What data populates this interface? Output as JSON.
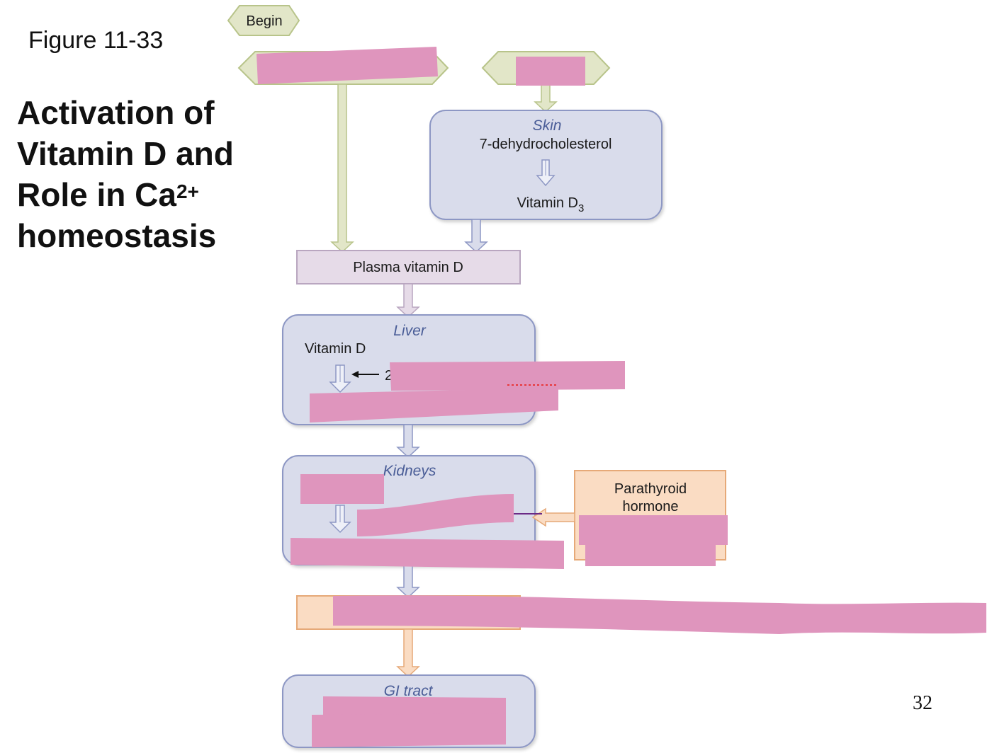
{
  "slide": {
    "figure_label": "Figure 11-33",
    "title_line1": "Activation of",
    "title_line2": "Vitamin D and",
    "title_line3_prefix": "Role in Ca",
    "title_line3_sup": "2+",
    "title_line4": "homeostasis",
    "page_number": "32"
  },
  "diagram": {
    "begin_label": "Begin",
    "skin": {
      "organ": "Skin",
      "precursor": "7-dehydrocholesterol",
      "product_prefix": "Vitamin D",
      "product_sub": "3"
    },
    "plasma": {
      "label": "Plasma vitamin D"
    },
    "liver": {
      "organ": "Liver",
      "substrate": "Vitamin D",
      "enzyme_partial": "2"
    },
    "kidneys": {
      "organ": "Kidneys"
    },
    "pth": {
      "line1": "Parathyroid",
      "line2": "hormone"
    },
    "gi": {
      "organ": "GI tract"
    },
    "colors": {
      "start_fill": "#e2e6c8",
      "start_stroke": "#b8c48a",
      "organ_fill": "#d9dceb",
      "organ_stroke": "#8d97c4",
      "plasma_fill": "#e6dbe8",
      "plasma_stroke": "#b9a6c0",
      "pth_fill": "#fadcc3",
      "pth_stroke": "#e6a978",
      "redaction": "#df95bd"
    }
  }
}
